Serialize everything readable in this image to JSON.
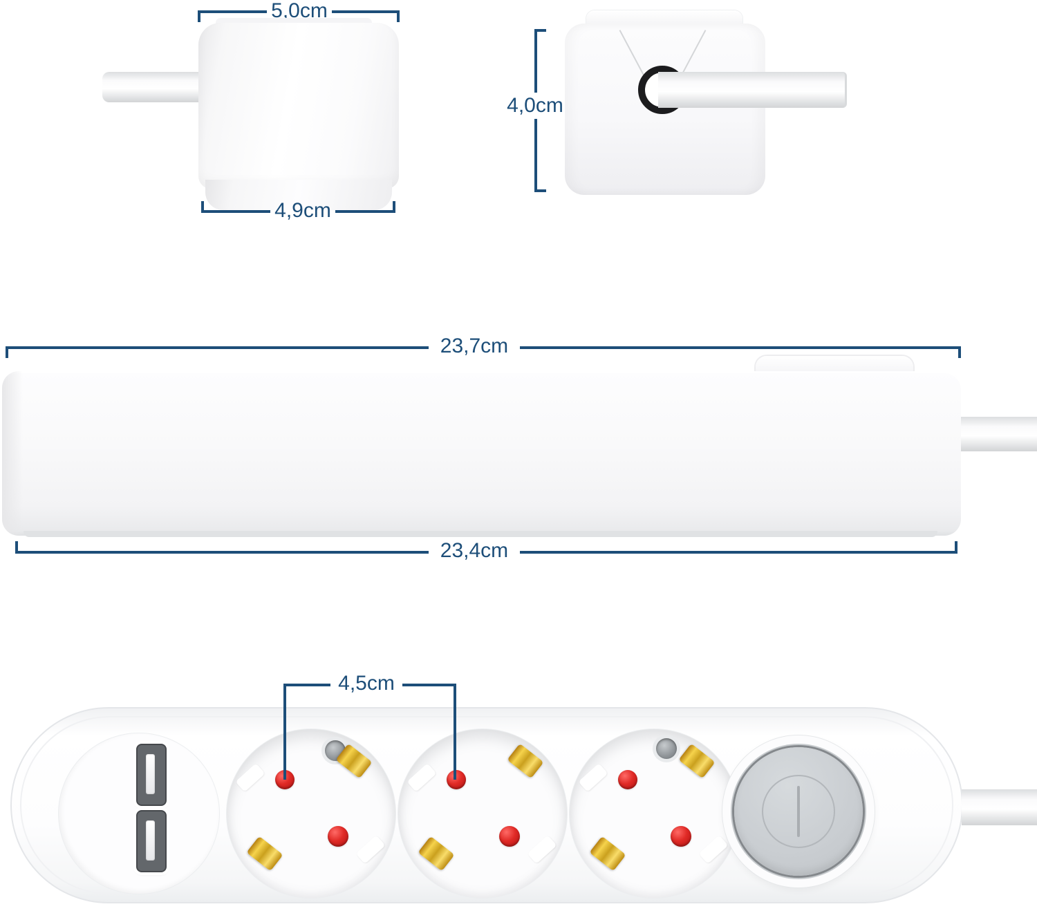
{
  "colors": {
    "dimension": "#1d4e79",
    "red_dot": "#d32224",
    "gold": "#f0be35",
    "screw_gray": "#8e9397",
    "button_gray": "#c9cdd1"
  },
  "annotations": {
    "plug_width_top": "5,0cm",
    "plug_width_bottom": "4,9cm",
    "plug_height": "4,0cm",
    "strip_length_top": "23,7cm",
    "strip_length_bottom": "23,4cm",
    "socket_spacing": "4,5cm"
  }
}
